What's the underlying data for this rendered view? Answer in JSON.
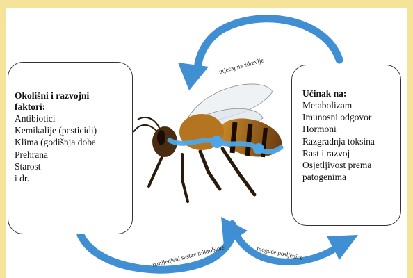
{
  "left_box": {
    "title_line1": "Okolišni i razvojni",
    "title_line2": "faktori:",
    "items": [
      "Antibiotici",
      "Kemikalije (pesticidi)",
      "Klima (godišnja doba",
      "Prehrana",
      "Starost",
      "i dr."
    ]
  },
  "right_box": {
    "title": "Učinak na:",
    "items": [
      "Metabolizam",
      "Imunosni odgovor",
      "Hormoni",
      "Razgradnja toksina",
      "Rast i razvoj",
      "Osjetljivost prema",
      "patogenima"
    ]
  },
  "arrows": {
    "top_label": "utjecaj na zdravlje",
    "bottom_left_label": "izmijenjeni sastav mikrobiote",
    "bottom_right_label": "moguće posljedice",
    "color": "#3f8fd2"
  },
  "center_image": "honey-bee-with-blue-gut-microbiota-illustration"
}
